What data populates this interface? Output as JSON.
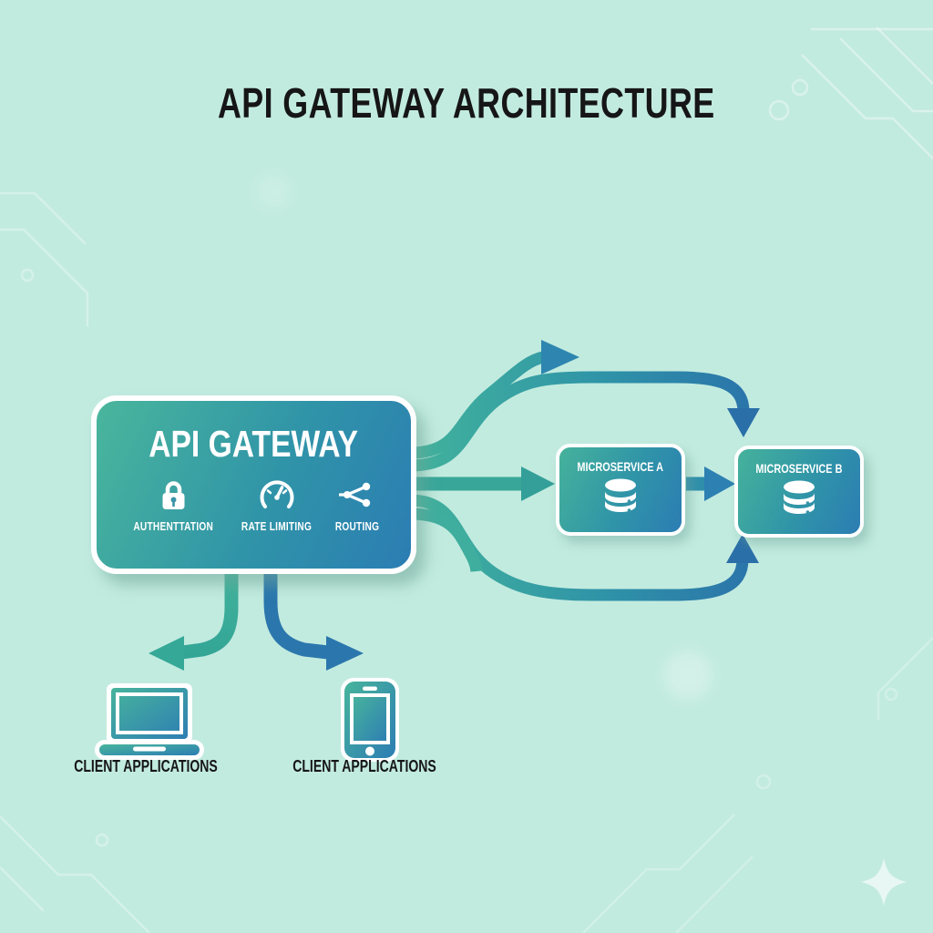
{
  "title": "API GATEWAY ARCHITECTURE",
  "gateway": {
    "title": "API GATEWAY",
    "features": [
      {
        "icon": "lock-icon",
        "label": "AUTHENTTATION"
      },
      {
        "icon": "gauge-icon",
        "label": "RATE LIMITING"
      },
      {
        "icon": "share-icon",
        "label": "ROUTING"
      }
    ]
  },
  "microservices": [
    {
      "icon": "database-icon",
      "label": "MICROSERVICE A"
    },
    {
      "icon": "database-icon",
      "label": "MICROSERVICE B"
    }
  ],
  "clients": [
    {
      "icon": "laptop-icon",
      "label": "CLIENT APPLICATIONS"
    },
    {
      "icon": "smartphone-icon",
      "label": "CLIENT APPLICATIONS"
    }
  ],
  "colors": {
    "background": "#c2ebdf",
    "arrow_teal": "#3aa99a",
    "arrow_blue": "#2b78ae",
    "gradient_start": "#4ab69c",
    "gradient_end": "#2b7db3",
    "text_dark": "#161616",
    "text_light": "#ffffff"
  }
}
